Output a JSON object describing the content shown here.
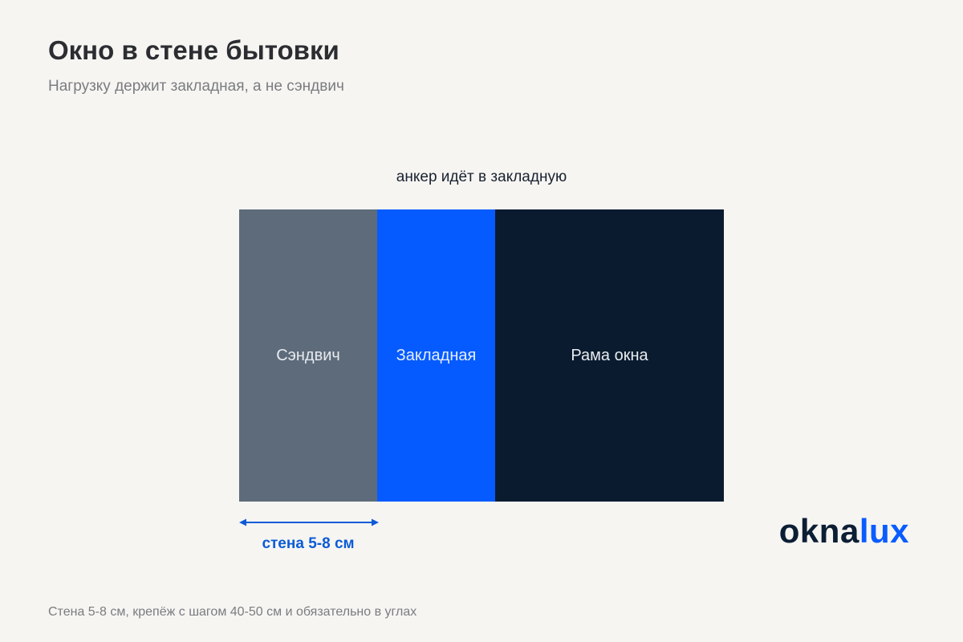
{
  "header": {
    "title": "Окно в стене бытовки",
    "subtitle": "Нагрузку держит закладная, а не сэндвич"
  },
  "diagram": {
    "annotation": "анкер идёт в закладную",
    "layers": [
      {
        "label": "Сэндвич",
        "color": "#5e6b7b",
        "text_color": "#e8ebef"
      },
      {
        "label": "Закладная",
        "color": "#055bff",
        "text_color": "#e6eeff"
      },
      {
        "label": "Рама окна",
        "color": "#0a1b2f",
        "text_color": "#e9ecf0"
      }
    ],
    "dimension": {
      "label": "стена 5-8 см",
      "color": "#0b5bd6"
    }
  },
  "brand": {
    "part1": "okna",
    "part2": "lux",
    "color_dark": "#0c1e33",
    "color_accent": "#0a5cff"
  },
  "footer": {
    "note": "Стена 5-8 см, крепёж с шагом 40-50 см и обязательно в углах"
  }
}
